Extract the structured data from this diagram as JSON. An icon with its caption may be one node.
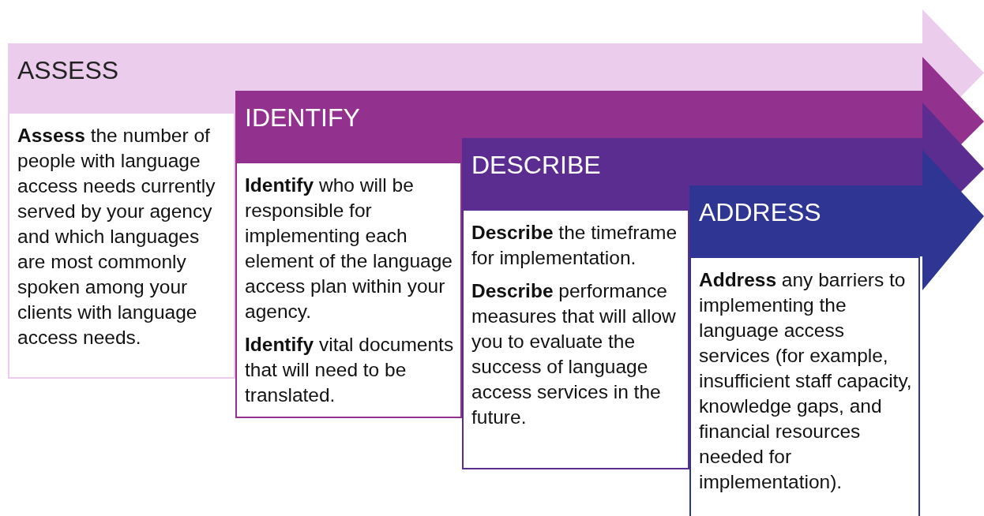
{
  "diagram": {
    "nodes": [
      {
        "text": [
          "ASSESS"
        ]
      },
      {
        "text": [
          "**Assess** the number of people with language access needs currently served by your agency and which languages are most commonly spoken among your clients with language access needs."
        ]
      },
      {
        "text": [
          "IDENTIFY"
        ]
      },
      {
        "text": [
          "**Identify** who will be responsible for implementing each element of the language access plan within your agency.",
          "**Identify** vital documents that will need to be translated."
        ]
      },
      {
        "text": [
          "DESCRIBE"
        ]
      },
      {
        "text": [
          "**Describe** the timeframe for implementation.",
          "**Describe** performance measures that will allow you to evaluate the success of language access services in the future."
        ]
      },
      {
        "text": [
          "ADDRESS"
        ]
      },
      {
        "text": [
          "**Address** any barriers to implementing the language access services (for example, insufficient staff capacity, knowledge gaps, and financial resources needed for implementation)."
        ]
      }
    ]
  }
}
